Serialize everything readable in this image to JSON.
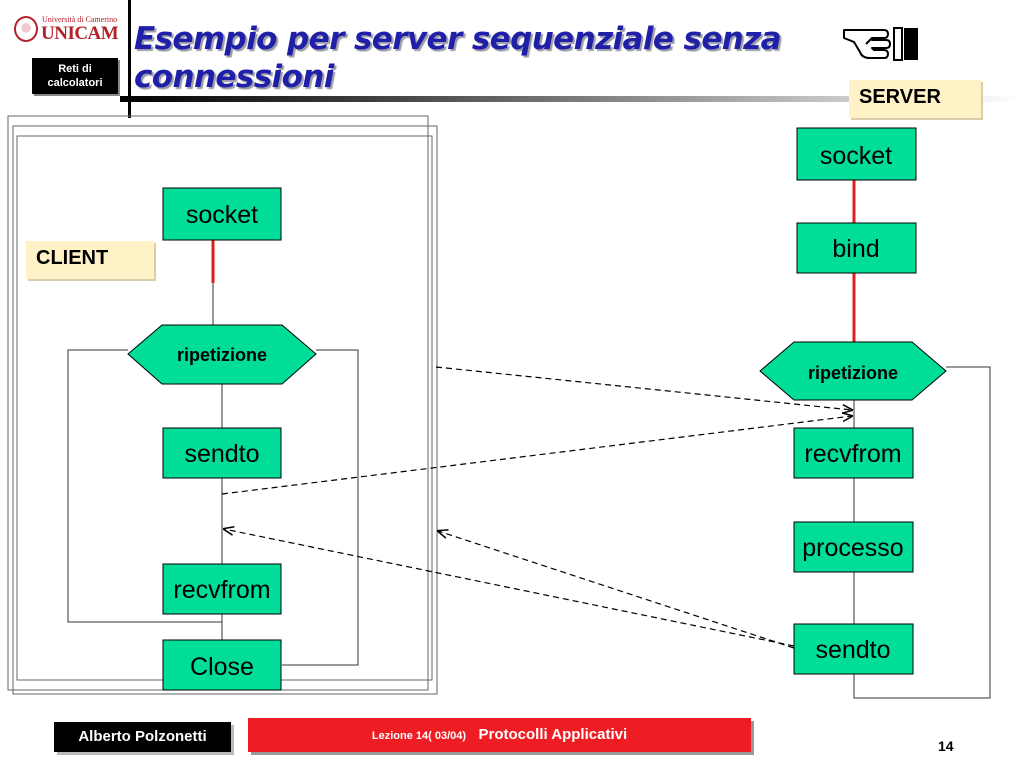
{
  "logo": {
    "university_small": "Università di Camerino",
    "university_big": "UNICAM"
  },
  "course_badge": {
    "line1": "Reti di",
    "line2": "calcolatori"
  },
  "title": {
    "line1": "Esempio per server sequenziale senza",
    "line2": "connessioni"
  },
  "pointer_icon": "pointing-hand-icon",
  "server": {
    "tag": "SERVER",
    "steps": [
      "socket",
      "bind",
      "ripetizione",
      "recvfrom",
      "processo",
      "sendto"
    ]
  },
  "client": {
    "tag": "CLIENT",
    "steps": [
      "socket",
      "ripetizione",
      "sendto",
      "recvfrom",
      "Close"
    ]
  },
  "colors": {
    "box_fill": "#00dd99",
    "title": "#1f1fa8",
    "tag_fill": "#fff2c6",
    "connector_red": "#e0201e",
    "footer_red": "#ee1d23"
  },
  "footer": {
    "author": "Alberto Polzonetti",
    "lesson": "Lezione 14( 03/04)",
    "topic": "Protocolli Applicativi",
    "page": "14"
  }
}
